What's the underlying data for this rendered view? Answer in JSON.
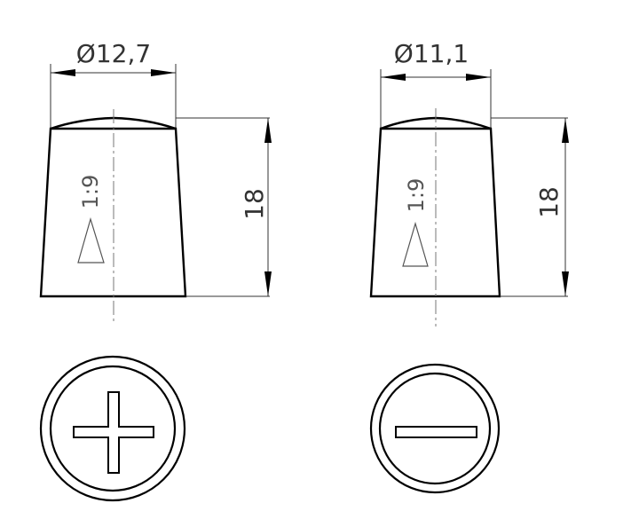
{
  "terminals": [
    {
      "polarity": "positive",
      "diameter_label": "Ø12,7",
      "height_label": "18",
      "taper_label": "1:9",
      "symbol": "plus-icon"
    },
    {
      "polarity": "negative",
      "diameter_label": "Ø11,1",
      "height_label": "18",
      "taper_label": "1:9",
      "symbol": "minus-icon"
    }
  ],
  "colors": {
    "line": "#000000",
    "dimension": "#333333",
    "centerline": "#777777"
  }
}
